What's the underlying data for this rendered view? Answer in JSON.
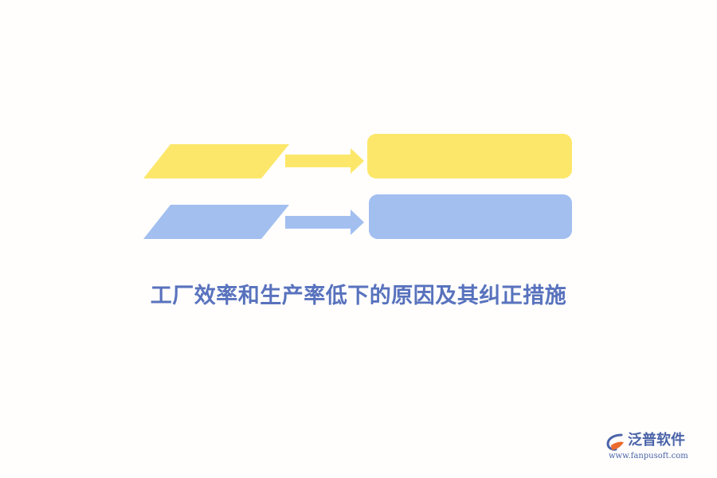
{
  "title": "工厂效率和生产率低下的原因及其纠正措施",
  "colors": {
    "yellow": "#fde76a",
    "blue": "#a2bff0",
    "title": "#5872bd",
    "logo_blue": "#4a63a8",
    "logo_orange": "#ec6b2d"
  },
  "rows": [
    {
      "color_name": "yellow"
    },
    {
      "color_name": "blue"
    }
  ],
  "logo": {
    "name": "泛普软件",
    "url": "www.fanpusoft.com",
    "icon": "fanpu-logo-icon"
  }
}
